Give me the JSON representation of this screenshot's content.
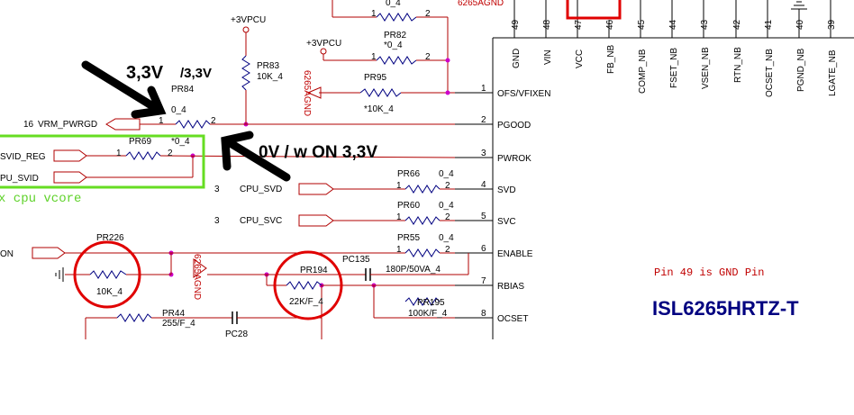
{
  "power_labels": {
    "vpcu_top": "+3VPCU",
    "vpcu_mid": "+3VPCU"
  },
  "resistors": {
    "r_top": {
      "value": "0_4",
      "pin1": "1",
      "pin2": "2"
    },
    "pr82": {
      "ref": "PR82",
      "value": "*0_4",
      "pin1": "1",
      "pin2": "2"
    },
    "pr83": {
      "ref": "PR83",
      "value": "10K_4"
    },
    "pr95": {
      "ref": "PR95",
      "value": "*10K_4"
    },
    "pr84": {
      "ref": "PR84",
      "value": "0_4",
      "pin1": "1",
      "pin2": "2"
    },
    "pr69": {
      "ref": "PR69",
      "value": "*0_4",
      "pin1": "1",
      "pin2": "2"
    },
    "pr66": {
      "ref": "PR66",
      "value": "0_4",
      "pin1": "1",
      "pin2": "2"
    },
    "pr60": {
      "ref": "PR60",
      "value": "0_4",
      "pin1": "1",
      "pin2": "2"
    },
    "pr55": {
      "ref": "PR55",
      "value": "0_4",
      "pin1": "1",
      "pin2": "2"
    },
    "pr226": {
      "ref": "PR226",
      "value": "10K_4"
    },
    "pr194": {
      "ref": "PR194",
      "value": "22K/F_4"
    },
    "pr195": {
      "ref": "PR195",
      "value": "100K/F_4"
    },
    "pr44": {
      "ref": "PR44",
      "value": "255/F_4"
    }
  },
  "capacitors": {
    "pc135": {
      "ref": "PC135",
      "value": "180P/50VA_4"
    },
    "pc28": {
      "ref": "PC28"
    }
  },
  "gnd_labels": {
    "top_right": "6265AGND",
    "mid": "6265AGND",
    "low": "6265AGND"
  },
  "nets": {
    "vrm_pwrgd_num": "16",
    "vrm_pwrgd": "VRM_PWRGD",
    "svid_reg": "SVID_REG",
    "pu_svid": "PU_SVID",
    "cpu_svd_num": "3",
    "cpu_svd": "CPU_SVD",
    "cpu_svc_num": "3",
    "cpu_svc": "CPU_SVC",
    "on": "ON"
  },
  "annotations": {
    "v33_main": "3,3V",
    "v33_small": "/3,3V",
    "zero_v_note": "0V / w ON 3,3V",
    "cpu_vcore": "x cpu vcore",
    "pin49_note": "Pin 49 is GND Pin",
    "chip_name": "ISL6265HRTZ-T"
  },
  "ic_pins_left": [
    {
      "num": "1",
      "name": "OFS/VFIXEN"
    },
    {
      "num": "2",
      "name": "PGOOD"
    },
    {
      "num": "3",
      "name": "PWROK"
    },
    {
      "num": "4",
      "name": "SVD"
    },
    {
      "num": "5",
      "name": "SVC"
    },
    {
      "num": "6",
      "name": "ENABLE"
    },
    {
      "num": "7",
      "name": "RBIAS"
    },
    {
      "num": "8",
      "name": "OCSET"
    }
  ],
  "ic_pins_top": [
    {
      "num": "49",
      "name": "GND"
    },
    {
      "num": "48",
      "name": "VIN"
    },
    {
      "num": "47",
      "name": "VCC"
    },
    {
      "num": "46",
      "name": "FB_NB"
    },
    {
      "num": "45",
      "name": "COMP_NB"
    },
    {
      "num": "44",
      "name": "FSET_NB"
    },
    {
      "num": "43",
      "name": "VSEN_NB"
    },
    {
      "num": "42",
      "name": "RTN_NB"
    },
    {
      "num": "41",
      "name": "OCSET_NB"
    },
    {
      "num": "40",
      "name": "PGND_NB"
    },
    {
      "num": "39",
      "name": "LGATE_NB"
    }
  ],
  "colors": {
    "wire": "#b00000",
    "resistor": "#000080",
    "junction": "#cc00cc",
    "highlight_circle": "#e00000",
    "highlight_box": "#66dd22",
    "arrow": "#000000",
    "chip_name": "#1a1a80",
    "pin_note": "#c00000"
  }
}
